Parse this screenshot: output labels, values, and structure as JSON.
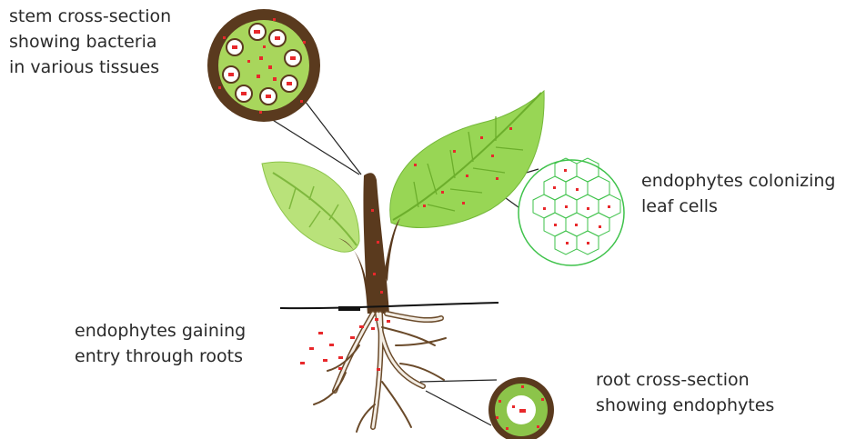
{
  "labels": {
    "stem": "stem cross-section\nshowing bacteria\nin various tissues",
    "leaf": "endophytes colonizing\nleaf cells",
    "roots_entry": "endophytes gaining\nentry through roots",
    "root_section": "root cross-section\nshowing endophytes"
  },
  "colors": {
    "stem": "#5a3a1e",
    "leaf_fill": "#9ad654",
    "leaf_vein": "#6cae2c",
    "bacteria": "#e8282b",
    "cell_outline": "#3ec24a",
    "soil_line": "#111111"
  }
}
